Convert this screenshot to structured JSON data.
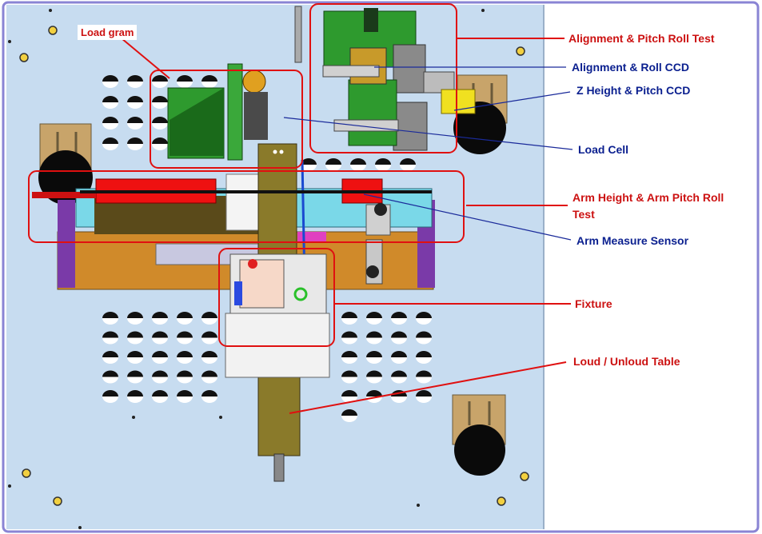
{
  "labels": {
    "load_gram": "Load gram",
    "alignment_pitch_roll_test": "Alignment & Pitch Roll Test",
    "alignment_roll_ccd": "Alignment & Roll CCD",
    "z_height_pitch_ccd": "Z Height & Pitch CCD",
    "load_cell": "Load Cell",
    "arm_height_pitch_roll_test_line1": "Arm Height & Arm Pitch Roll",
    "arm_height_pitch_roll_test_line2": "Test",
    "arm_measure_sensor": "Arm Measure Sensor",
    "fixture": "Fixture",
    "load_unload_table": "Loud / Unloud Table"
  },
  "colors": {
    "plate": "#c7dcf0",
    "frame": "#8a84d4",
    "callout_red": "#e01010",
    "callout_blue": "#1a2a9a",
    "pcb_green": "#2e9a2e",
    "actuator_red": "#ee1111",
    "rail_olive": "#8a7a2a",
    "base_orange": "#d08a2a",
    "stand_purple": "#7a3aa8"
  }
}
